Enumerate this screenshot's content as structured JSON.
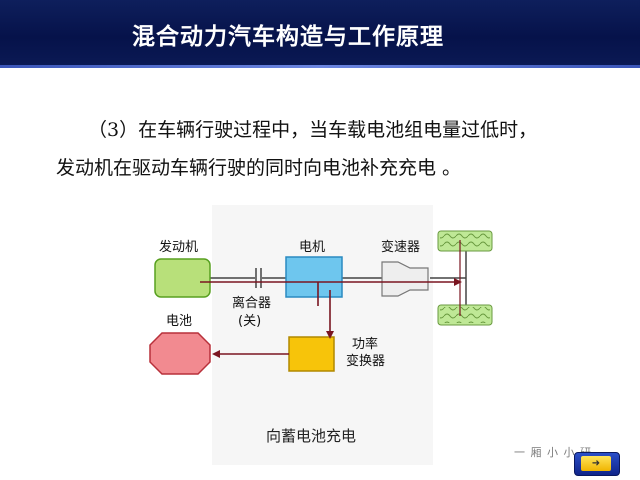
{
  "header": {
    "title": "混合动力汽车构造与工作原理"
  },
  "body": {
    "line1": "（3）在车辆行驶过程中，当车载电池组电量过低时，",
    "line2": "发动机在驱动车辆行驶的同时向电池补充充电 。"
  },
  "diagram": {
    "labels": {
      "engine": "发动机",
      "motor": "电机",
      "transmission": "变速器",
      "battery": "电池",
      "clutch_line1": "离合器",
      "clutch_line2": "(关)",
      "converter_line1": "功率",
      "converter_line2": "变换器"
    },
    "caption": "向蓄电池充电",
    "colors": {
      "engine": "#b8e07a",
      "motor": "#6ec6ee",
      "battery": "#f28a90",
      "converter": "#f7c40a",
      "wheel": "#bfe896",
      "arrow": "#7a1520"
    }
  },
  "watermark": {
    "text": "一 厢 小 小 研"
  },
  "nav": {
    "icon": "next-page-icon"
  }
}
